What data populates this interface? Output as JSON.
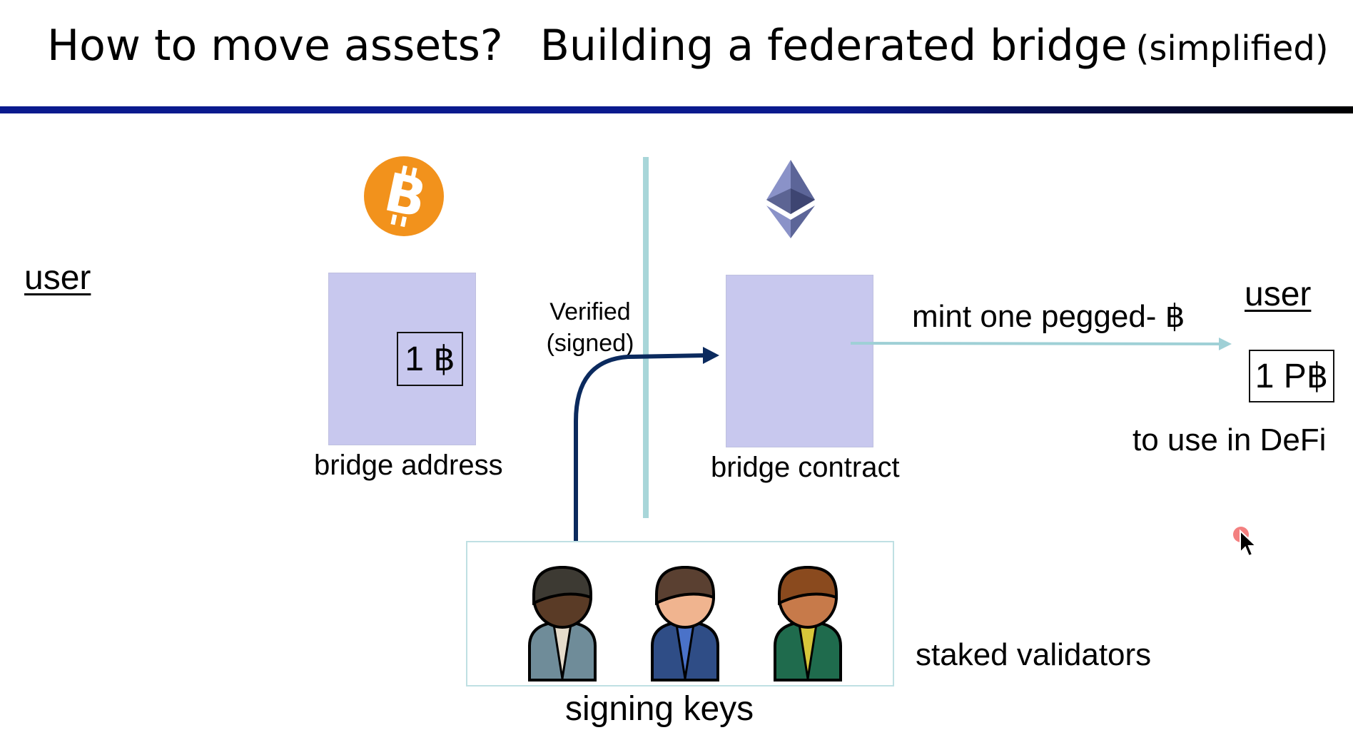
{
  "slide": {
    "title_main": "How to move assets?",
    "title_second": "Building a federated bridge",
    "title_sub": "(simplified)"
  },
  "diagram": {
    "user_left": "user",
    "user_right": "user",
    "bridge_address_label": "bridge address",
    "bridge_address_coin": "1 ฿",
    "verified_line1": "Verified",
    "verified_line2": "(signed)",
    "bridge_contract_label": "bridge contract",
    "mint_label": "mint one  pegged- ฿",
    "pegged_coin": "1 P฿",
    "defi_label": "to use in DeFi",
    "staked_validators_label": "staked validators",
    "signing_keys_label": "signing keys",
    "icons": [
      "bitcoin-logo-icon",
      "ethereum-logo-icon",
      "validator-person-icon",
      "cursor-pointer-icon"
    ],
    "colors": {
      "box_fill": "#c8c8ee",
      "divider": "#a8d6d9",
      "arrow_dark": "#0b2a5e",
      "arrow_light": "#9fd0d6",
      "bitcoin_orange": "#f2921c",
      "rule_blue": "#0a1a8e"
    }
  }
}
